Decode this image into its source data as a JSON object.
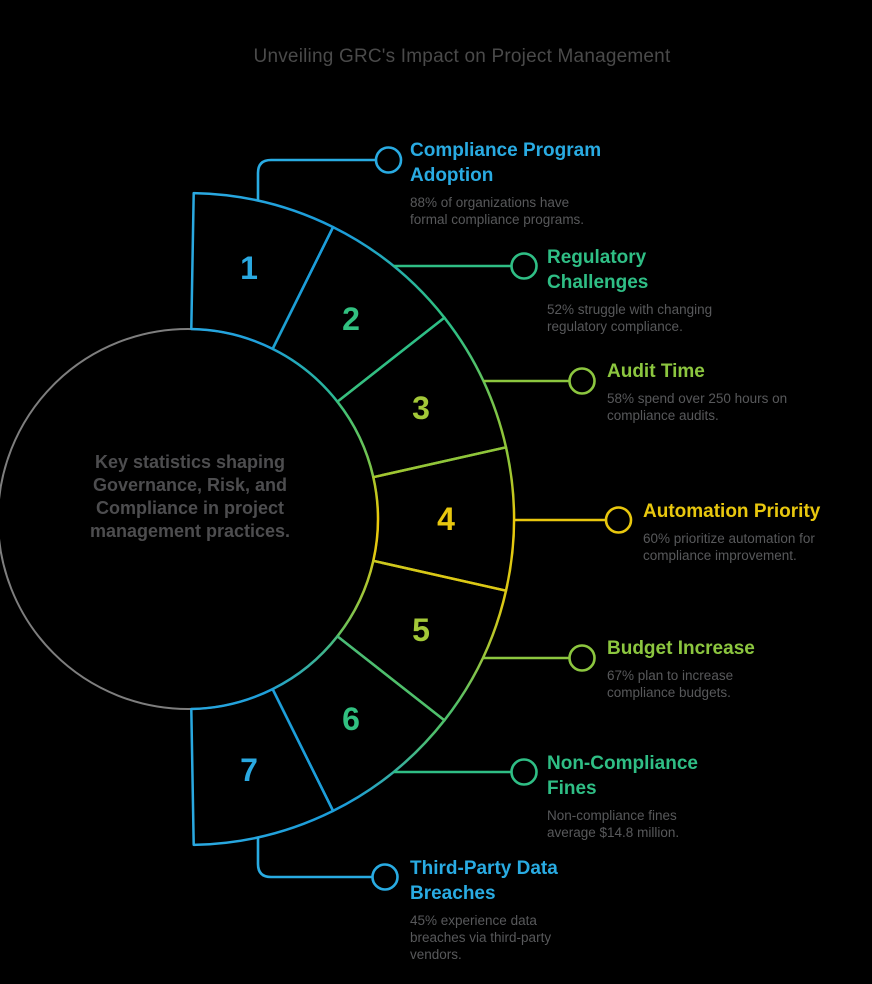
{
  "header": {
    "title": "Unveiling GRC's Impact on Project Management"
  },
  "center": {
    "caption": "Key statistics shaping\nGovernance, Risk, and\nCompliance in project\nmanagement practices."
  },
  "ring": {
    "circle_color": "#7e7e7e",
    "boundary_colors": [
      "#2AA9E1",
      "#1C9DD9",
      "#2EBE85",
      "#8FC53A",
      "#DCC915",
      "#4FBF6B",
      "#1C9DD9",
      "#2AA9E1"
    ],
    "center_yellow": "#EAC80B"
  },
  "items": [
    {
      "number": "1",
      "title": "Compliance Program\nAdoption",
      "description": "88% of organizations have\nformal compliance programs.",
      "accent": "#29ABE2",
      "number_color": "#2AA9E1"
    },
    {
      "number": "2",
      "title": "Regulatory\nChallenges",
      "description": "52% struggle with changing\nregulatory compliance.",
      "accent": "#2FBE85",
      "number_color": "#31C080"
    },
    {
      "number": "3",
      "title": "Audit Time",
      "description": "58% spend over 250 hours on\ncompliance audits.",
      "accent": "#8CC63F",
      "number_color": "#A3C838"
    },
    {
      "number": "4",
      "title": "Automation Priority",
      "description": "60% prioritize automation for\ncompliance improvement.",
      "accent": "#E8C70E",
      "number_color": "#E8C70E"
    },
    {
      "number": "5",
      "title": "Budget Increase",
      "description": "67% plan to increase\ncompliance budgets.",
      "accent": "#8CC63F",
      "number_color": "#A3C838"
    },
    {
      "number": "6",
      "title": "Non-Compliance\nFines",
      "description": "Non-compliance fines\naverage $14.8 million.",
      "accent": "#2FBE85",
      "number_color": "#31C080"
    },
    {
      "number": "7",
      "title": "Third-Party Data\nBreaches",
      "description": "45% experience data\nbreaches via third-party\nvendors.",
      "accent": "#29ABE2",
      "number_color": "#2AA9E1"
    }
  ]
}
